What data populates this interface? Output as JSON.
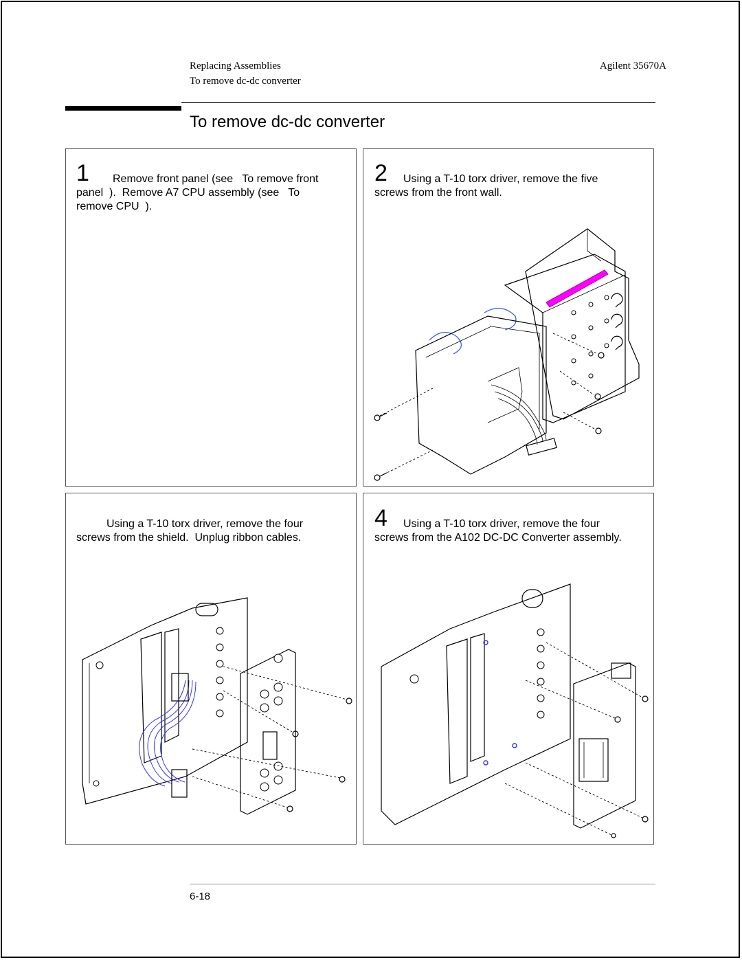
{
  "header": {
    "section": "Replacing Assemblies",
    "subsection": "To remove dc-dc converter",
    "product": "Agilent 35670A"
  },
  "title": "To remove dc-dc converter",
  "steps": [
    {
      "number": "1",
      "text": "Remove front panel (see   To remove front\npanel  ).  Remove A7 CPU assembly (see   To\nremove CPU  )."
    },
    {
      "number": "2",
      "text": "Using a T-10 torx driver, remove the five\nscrews from the front wall."
    },
    {
      "number": "",
      "text": "Using a T-10 torx driver, remove the four\nscrews from the shield.  Unplug ribbon cables."
    },
    {
      "number": "4",
      "text": "Using a T-10 torx driver, remove the four\nscrews from the A102 DC-DC Converter assembly."
    }
  ],
  "figures": [
    {
      "icon": "front-wall-assembly-diagram",
      "highlight_color": "#ff00ff"
    },
    {
      "icon": "shield-ribbon-cable-diagram",
      "highlight_color": "#3333ff"
    },
    {
      "icon": "dc-dc-converter-diagram",
      "highlight_color": "#3333ff"
    }
  ],
  "footer": {
    "page": "6-18"
  }
}
